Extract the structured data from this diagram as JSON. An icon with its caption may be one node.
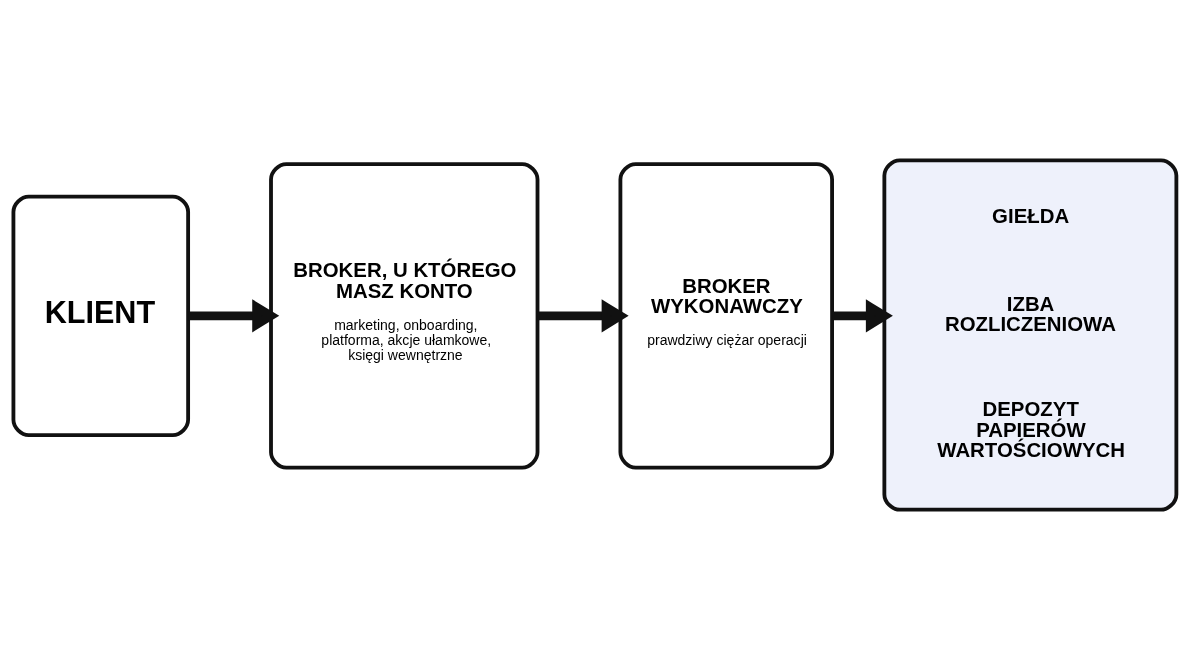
{
  "diagram": {
    "nodes": [
      {
        "text": [
          "KLIENT"
        ]
      },
      {
        "text": [
          "BROKER, U KTÓREGO MASZ KONTO",
          "marketing, onboarding, platforma, akcje ułamkowe, księgi wewnętrzne"
        ]
      },
      {
        "text": [
          "BROKER WYKONAWCZY",
          "prawdziwy ciężar operacji"
        ]
      },
      {
        "text": [],
        "shape": "box"
      },
      {
        "text": [
          "GIEŁDA"
        ],
        "in": 3
      },
      {
        "text": [
          "IZBA ROZLICZENIOWA"
        ],
        "in": 3
      },
      {
        "text": [
          "DEPOZYT PAPIERÓW WARTOŚCIOWYCH"
        ],
        "in": 3
      }
    ],
    "edges": [
      {
        "from": 0,
        "to": 1,
        "arrow": "to"
      },
      {
        "from": 1,
        "to": 2,
        "arrow": "to"
      },
      {
        "from": 2,
        "to": 3,
        "arrow": "to"
      }
    ]
  }
}
